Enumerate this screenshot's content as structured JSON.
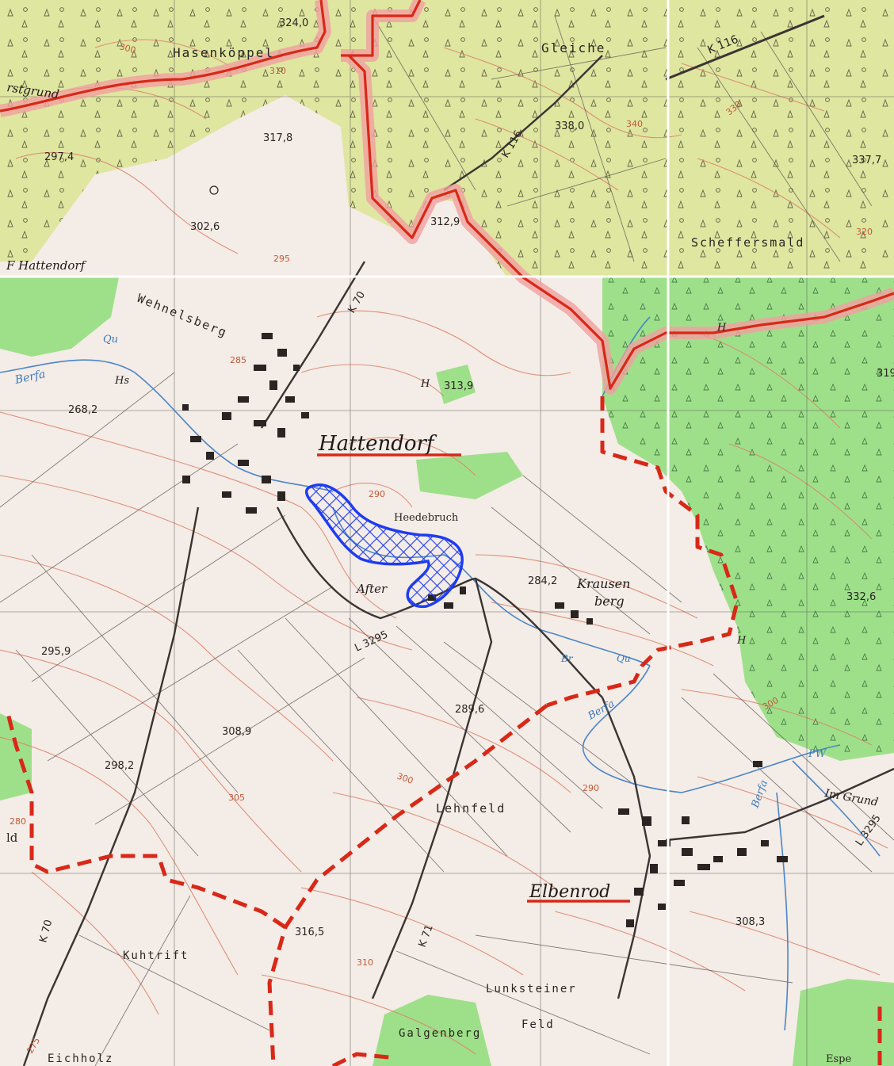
{
  "colors": {
    "paper": "#f4ece6",
    "forest_mixed": "#dfe6a0",
    "forest_green": "#9ee08a",
    "contour": "#d9826a",
    "road": "#3a3533",
    "water": "#4a86c8",
    "border_red": "#d82818",
    "border_glow": "#f0a0a0",
    "highlight_blue": "#1e3cf0",
    "grid_white": "#ffffff"
  },
  "places": {
    "hattendorf": "Hattendorf",
    "elbenrod": "Elbenrod",
    "hattendorf_edge": "F Hattendorf",
    "hasenkoppel": "Hasenköppel",
    "gleiche": "Gleiche",
    "scheffersmald": "Scheffersmald",
    "wehnelsberg": "Wehnelsberg",
    "heedebruch": "Heedebruch",
    "after": "After",
    "krausen": "Krausen",
    "berg": "berg",
    "lehnfeld": "Lehnfeld",
    "kuhtrift": "Kuhtrift",
    "lunksteiner": "Lunksteiner",
    "feld": "Feld",
    "galgenberg": "Galgenberg",
    "eichholz": "Eichholz",
    "espe": "Espe",
    "im_grund": "Im Grund",
    "rstgrund": "rstgrund",
    "ld": "ld"
  },
  "roads": {
    "k116_a": "K 116",
    "k116_b": "K 116",
    "k70_a": "K 70",
    "k70_b": "K 70",
    "k71": "K 71",
    "l3295_a": "L 3295",
    "l3295_b": "L 3295"
  },
  "water_labels": {
    "berfa_1": "Berfa",
    "qu_1": "Qu",
    "berfa_2": "Berfa",
    "br": "Br",
    "qu_2": "Qu",
    "berfa_3": "Berfa",
    "pw": "PW"
  },
  "symbols": {
    "hs": "Hs",
    "h_1": "H",
    "h_2": "H",
    "h_3": "H"
  },
  "spot_heights": {
    "h324": "324,0",
    "h317": "317,8",
    "h297": "297,4",
    "h302": "302,6",
    "h338": "338,0",
    "h337": "337,7",
    "h312": "312,9",
    "h313": "313,9",
    "h268": "268,2",
    "h284": "284,2",
    "h332": "332,6",
    "h295": "295,9",
    "h289": "289,6",
    "h308": "308,9",
    "h298": "298,2",
    "h316": "316,5",
    "h3083": "308,3",
    "h319": "319"
  },
  "contour_values": {
    "c300a": "300",
    "c310a": "310",
    "c340": "340",
    "c330": "330",
    "c320": "320",
    "c285": "285",
    "c290": "290",
    "c305": "305",
    "c300b": "300",
    "c310b": "310",
    "c300c": "300",
    "c290b": "290",
    "c295": "295",
    "c280": "280",
    "c275": "275"
  }
}
